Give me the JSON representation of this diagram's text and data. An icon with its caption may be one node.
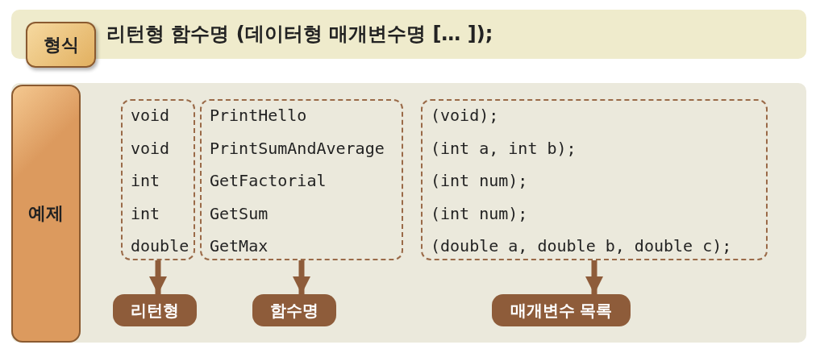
{
  "diagram": {
    "nodes": [
      {
        "text": [
          "리턴형 함수명 (데이터형 매개변수명 [… ]);"
        ]
      },
      {
        "text": [
          "형식"
        ],
        "in": 0
      },
      {
        "text": [],
        "shape": "box"
      },
      {
        "text": [
          "예제"
        ],
        "in": 2
      },
      {
        "text": [
          "void",
          "void",
          "int",
          "int",
          "double"
        ],
        "in": 2
      },
      {
        "text": [
          "PrintHello",
          "PrintSumAndAverage",
          "GetFactorial",
          "GetSum",
          "GetMax"
        ],
        "in": 2
      },
      {
        "text": [
          "(void);",
          "(int a, int b);",
          "(int num);",
          "(int num);",
          "(double a, double b, double c);"
        ],
        "in": 2
      },
      {
        "text": [
          "리턴형"
        ],
        "in": 2
      },
      {
        "text": [
          "함수명"
        ],
        "in": 2
      },
      {
        "text": [
          "매개변수 목록"
        ],
        "in": 2
      }
    ],
    "edges": [
      {
        "from": 4,
        "to": 7,
        "arrow": "to"
      },
      {
        "from": 5,
        "to": 8,
        "arrow": "to"
      },
      {
        "from": 6,
        "to": 9,
        "arrow": "to"
      }
    ]
  }
}
